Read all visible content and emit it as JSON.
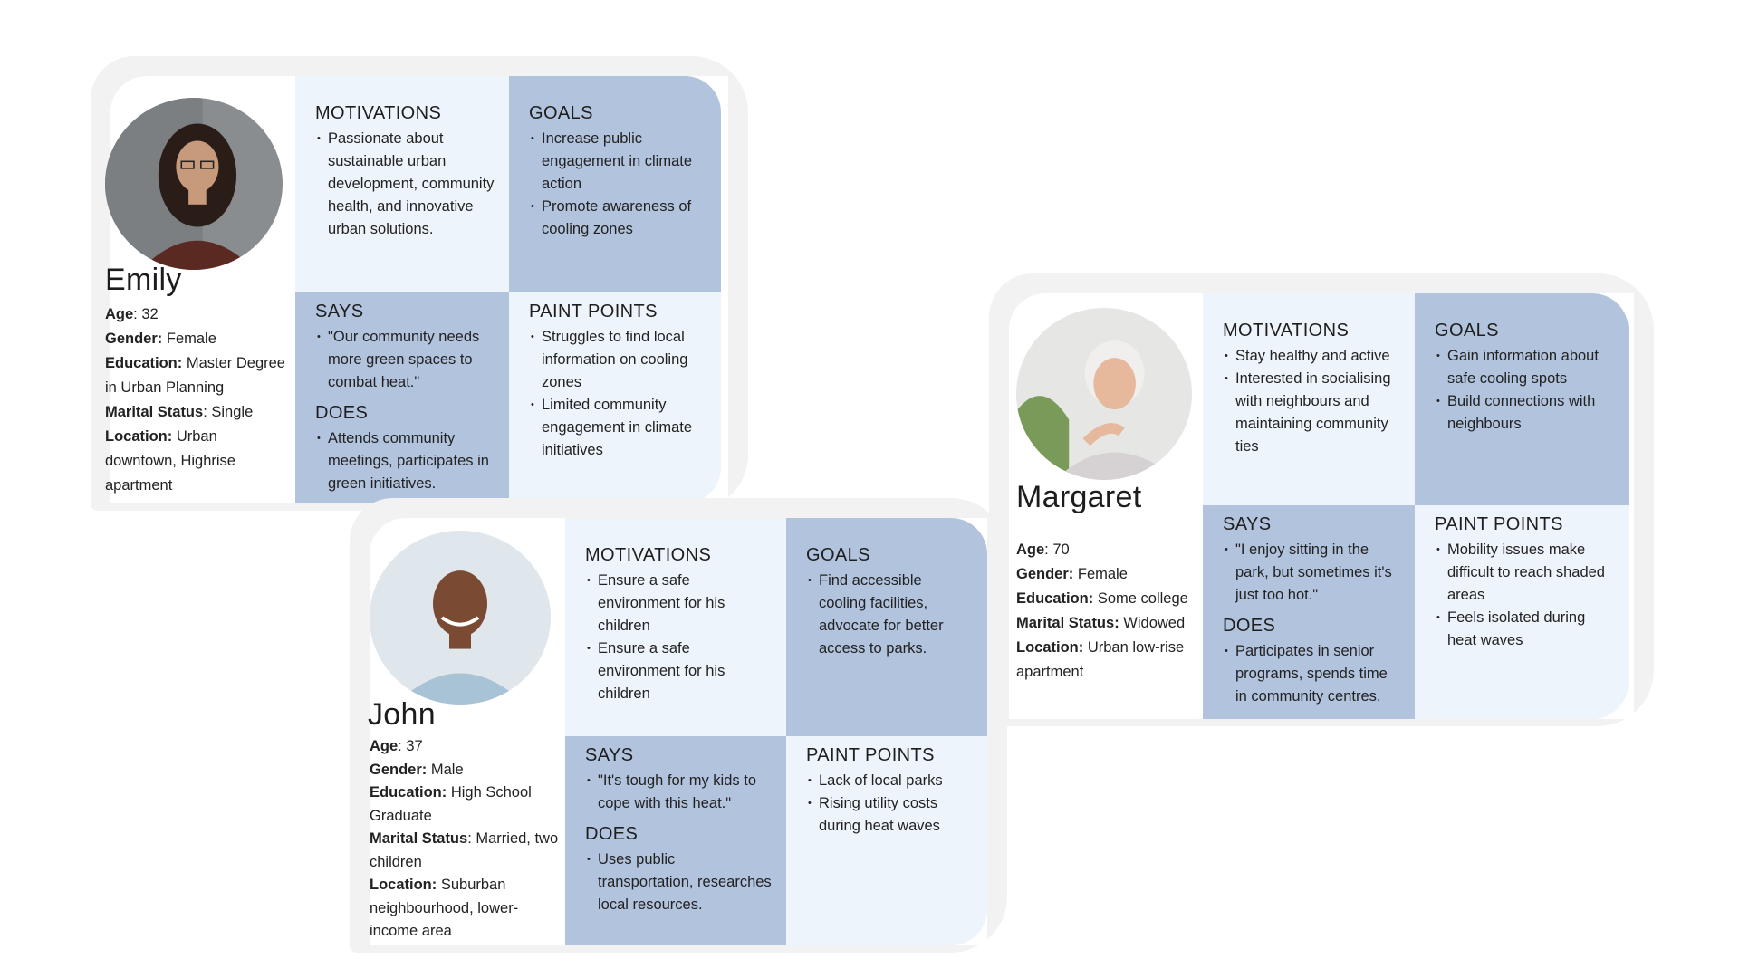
{
  "personas": {
    "emily": {
      "name": "Emily",
      "details": [
        {
          "label": "Age",
          "sep": ": ",
          "value": "32"
        },
        {
          "label": "Gender:",
          "sep": " ",
          "value": "Female"
        },
        {
          "label": "Education:",
          "sep": " ",
          "value": "Master Degree in Urban Planning"
        },
        {
          "label": "Marital Status",
          "sep": ": ",
          "value": "Single"
        },
        {
          "label": "Location:",
          "sep": " ",
          "value": "Urban downtown, Highrise apartment"
        }
      ],
      "motivations": {
        "title": "MOTIVATIONS",
        "items": [
          "Passionate about sustainable urban development, community health, and innovative urban solutions."
        ]
      },
      "goals": {
        "title": "GOALS",
        "items": [
          "Increase public engagement in climate action",
          "Promote awareness of cooling zones"
        ]
      },
      "says": {
        "title": "SAYS",
        "items": [
          "\"Our community needs more green spaces to combat heat.\""
        ]
      },
      "does": {
        "title": "DOES",
        "items": [
          "Attends community meetings, participates in green initiatives."
        ]
      },
      "pain_points": {
        "title": "PAINT POINTS",
        "items": [
          "Struggles to find local information on cooling zones",
          "Limited community engagement in climate initiatives"
        ]
      }
    },
    "john": {
      "name": "John",
      "details": [
        {
          "label": "Age",
          "sep": ": ",
          "value": "37"
        },
        {
          "label": "Gender:",
          "sep": " ",
          "value": "Male"
        },
        {
          "label": "Education:",
          "sep": " ",
          "value": "High School Graduate"
        },
        {
          "label": "Marital Status",
          "sep": ": ",
          "value": "Married, two children"
        },
        {
          "label": "Location:",
          "sep": " ",
          "value": "Suburban neighbourhood, lower-income area"
        }
      ],
      "motivations": {
        "title": "MOTIVATIONS",
        "items": [
          "Ensure a safe environment for his children",
          "Ensure a safe environment for his children"
        ]
      },
      "goals": {
        "title": "GOALS",
        "items": [
          "Find accessible cooling facilities, advocate for better access to parks."
        ]
      },
      "says": {
        "title": "SAYS",
        "items": [
          "\"It's tough for my kids to cope with this heat.\""
        ]
      },
      "does": {
        "title": "DOES",
        "items": [
          "Uses public transportation, researches local resources."
        ]
      },
      "pain_points": {
        "title": "PAINT POINTS",
        "items": [
          "Lack of local parks",
          "Rising utility costs during heat waves"
        ]
      }
    },
    "margaret": {
      "name": "Margaret",
      "details": [
        {
          "label": "Age",
          "sep": ": ",
          "value": "70"
        },
        {
          "label": "Gender:",
          "sep": " ",
          "value": "Female"
        },
        {
          "label": "Education:",
          "sep": " ",
          "value": "Some college"
        },
        {
          "label": "Marital Status:",
          "sep": " ",
          "value": "Widowed"
        },
        {
          "label": "Location:",
          "sep": " ",
          "value": "Urban low-rise apartment"
        }
      ],
      "motivations": {
        "title": "MOTIVATIONS",
        "items": [
          "Stay healthy and active",
          "Interested in socialising with neighbours and maintaining community ties"
        ]
      },
      "goals": {
        "title": "GOALS",
        "items": [
          "Gain information about safe cooling spots",
          "Build connections with neighbours"
        ]
      },
      "says": {
        "title": "SAYS",
        "items": [
          "\"I enjoy sitting in the park, but sometimes it's just too hot.\""
        ]
      },
      "does": {
        "title": "DOES",
        "items": [
          "Participates in senior programs, spends time in community centres."
        ]
      },
      "pain_points": {
        "title": "PAINT POINTS",
        "items": [
          "Mobility issues make difficult to reach shaded areas",
          "Feels isolated during heat waves"
        ]
      }
    }
  },
  "colors": {
    "light_cell": "#eef4fb",
    "dark_cell": "#b2c3de",
    "card_shadow": "#f2f2f2"
  },
  "icons": {
    "emily": "portrait-photo-woman",
    "john": "portrait-photo-man",
    "margaret": "portrait-photo-older-woman"
  }
}
